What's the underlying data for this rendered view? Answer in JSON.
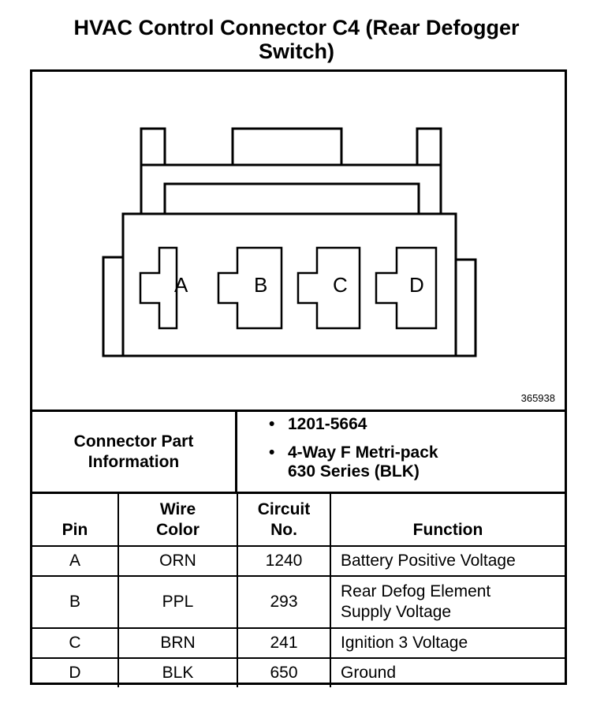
{
  "title_line1": "HVAC Control Connector C4 (Rear Defogger",
  "title_line2": "Switch)",
  "figure_number": "365938",
  "connector": {
    "pins": [
      "A",
      "B",
      "C",
      "D"
    ]
  },
  "part_info": {
    "label_line1": "Connector Part",
    "label_line2": "Information",
    "items": [
      {
        "bullet": "•",
        "text": "1201-5664"
      },
      {
        "bullet": "•",
        "text": "4-Way F Metri-pack\n630 Series (BLK)"
      }
    ]
  },
  "table": {
    "headers": {
      "pin": "Pin",
      "wire_color_1": "Wire",
      "wire_color_2": "Color",
      "circuit_1": "Circuit",
      "circuit_2": "No.",
      "function": "Function"
    },
    "rows": [
      {
        "pin": "A",
        "color": "ORN",
        "circuit": "1240",
        "function": "Battery Positive Voltage"
      },
      {
        "pin": "B",
        "color": "PPL",
        "circuit": "293",
        "function": "Rear Defog Element\nSupply Voltage"
      },
      {
        "pin": "C",
        "color": "BRN",
        "circuit": "241",
        "function": "Ignition 3 Voltage"
      },
      {
        "pin": "D",
        "color": "BLK",
        "circuit": "650",
        "function": "Ground"
      }
    ]
  }
}
